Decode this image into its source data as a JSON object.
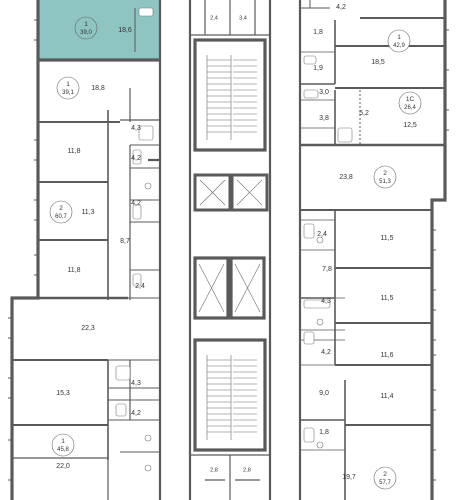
{
  "colors": {
    "wall": "#5a5a5a",
    "highlight": "#8ec4c2",
    "stair": "#6b6b6b"
  },
  "apartments": [
    {
      "id": "1",
      "area": "39,0",
      "selected": true
    },
    {
      "id": "1",
      "area": "39,1"
    },
    {
      "id": "2",
      "area": "60,7"
    },
    {
      "id": "1",
      "area": "45,8"
    },
    {
      "id": "1",
      "area": "42,9"
    },
    {
      "id": "1С",
      "area": "26,4"
    },
    {
      "id": "2",
      "area": "51,3"
    },
    {
      "id": "2",
      "area": "57,7"
    }
  ],
  "rooms": {
    "l_top_big": "18,6",
    "l_r1_big": "18,8",
    "l_r1_bath": "4,3",
    "l_r2_room": "11,8",
    "l_r2_bath": "4,2",
    "l_r3_bath": "4,2",
    "l_r3_room": "11,3",
    "l_r3_hall": "8,7",
    "l_r4_room": "11,8",
    "l_r4_bath": "2,4",
    "l_r5_room": "22,3",
    "l_r6_room": "15,3",
    "l_r6_bath": "4,3",
    "l_r7_bath": "4,2",
    "l_r7_room": "22,0",
    "c_top_a": "2,4",
    "c_top_b": "3,4",
    "c_bot_a": "2,8",
    "c_bot_b": "2,8",
    "r_top": "4,2",
    "r_r1_a": "1,8",
    "r_r1_b": "1,9",
    "r_r1_big": "18,5",
    "r_r2_a": "3,0",
    "r_r2_b": "5,2",
    "r_r2_c": "3,8",
    "r_r2_d": "12,5",
    "r_r3_room": "23,8",
    "r_r4_bath": "2,4",
    "r_r4_room": "11,5",
    "r_r4_hall": "7,8",
    "r_r5_room": "11,5",
    "r_r5_bath": "4,3",
    "r_r6_bath": "4,2",
    "r_r6_room": "11,6",
    "r_r7_hall": "9,0",
    "r_r7_room": "11,4",
    "r_r8_bath": "1,8",
    "r_r8_room": "19,7"
  }
}
